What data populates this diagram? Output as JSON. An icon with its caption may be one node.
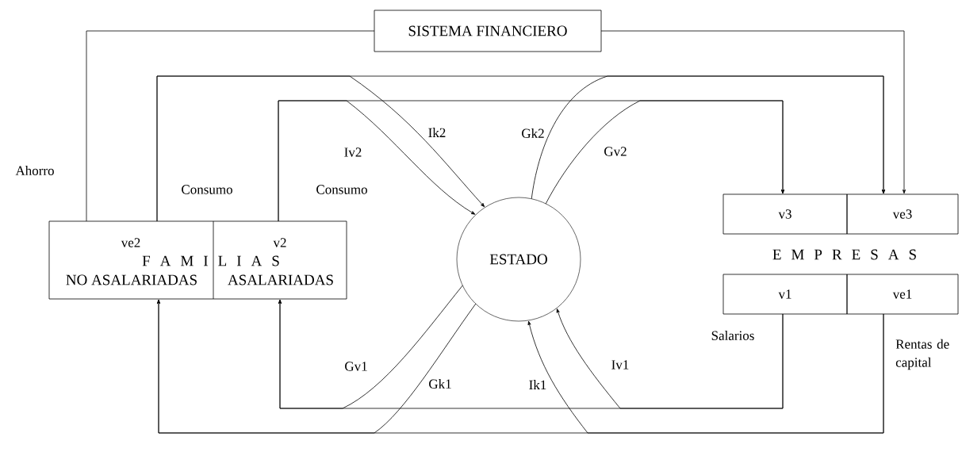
{
  "diagram": {
    "nodes": [
      {
        "text": [
          "SISTEMA FINANCIERO"
        ]
      },
      {
        "text": [
          "ve2",
          "v2",
          "F A M I L I A S",
          "NO ASALARIADAS",
          "ASALARIADAS"
        ]
      },
      {
        "text": [
          "ESTADO"
        ]
      },
      {
        "text": [
          "v3"
        ]
      },
      {
        "text": [
          "ve3"
        ]
      },
      {
        "text": [
          "v1"
        ]
      },
      {
        "text": [
          "ve1"
        ]
      }
    ],
    "edges": [
      {
        "from": 1,
        "to": 0,
        "arrow": "none",
        "label": "Ahorro"
      },
      {
        "from": 0,
        "to": 4,
        "arrow": "to"
      },
      {
        "from": 1,
        "to": 4,
        "arrow": "to",
        "label": "Consumo"
      },
      {
        "from": 1,
        "to": 3,
        "arrow": "to",
        "label": "Consumo"
      },
      {
        "from": 1,
        "to": 2,
        "arrow": "to",
        "label": "Ik2"
      },
      {
        "from": 1,
        "to": 2,
        "arrow": "to",
        "label": "Iv2"
      },
      {
        "from": 2,
        "to": 4,
        "arrow": "to",
        "label": "Gk2"
      },
      {
        "from": 2,
        "to": 3,
        "arrow": "to",
        "label": "Gv2"
      },
      {
        "from": 5,
        "to": 1,
        "arrow": "to",
        "label": "Salarios"
      },
      {
        "from": 6,
        "to": 1,
        "arrow": "to",
        "label": "Rentas de capital"
      },
      {
        "from": 2,
        "to": 1,
        "arrow": "to",
        "label": "Gv1"
      },
      {
        "from": 2,
        "to": 1,
        "arrow": "to",
        "label": "Gk1"
      },
      {
        "from": 6,
        "to": 2,
        "arrow": "to",
        "label": "Ik1"
      },
      {
        "from": 5,
        "to": 2,
        "arrow": "to",
        "label": "Iv1"
      }
    ],
    "labels": [
      "E M P R E S A S"
    ]
  }
}
